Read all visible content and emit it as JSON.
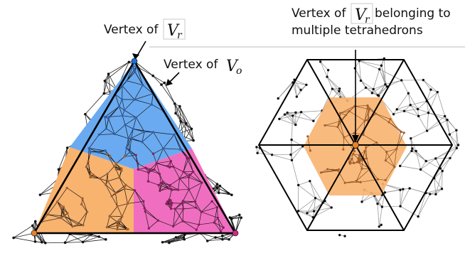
{
  "labels": {
    "left_top": {
      "prefix": "Vertex of ",
      "var": "V",
      "sub": "r"
    },
    "left_right": {
      "prefix": "Vertex of ",
      "var": "V",
      "sub": "o"
    },
    "right_line1": {
      "prefix": "Vertex of ",
      "var": "V",
      "sub": "r",
      "suffix": " belonging to"
    },
    "right_line2": "multiple tetrahedrons"
  },
  "colors": {
    "blue_region": "#6aaaf0",
    "orange_region": "#f8b36f",
    "pink_region": "#f06ec0",
    "mesh_dark": "#111111",
    "mesh_light": "#9a9a9a",
    "vertex_blue": "#1f6fd6",
    "vertex_orange": "#e7822c",
    "vertex_magenta": "#cc2b86"
  }
}
